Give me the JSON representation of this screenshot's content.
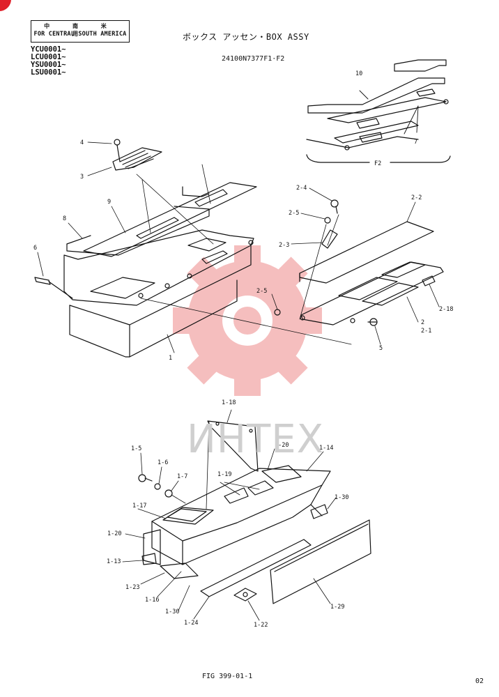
{
  "header": {
    "region_cn": "中 南 米 用",
    "region_en": "FOR CENTRAL SOUTH AMERICA",
    "serials": [
      "YCU0001~",
      "LCU0001~",
      "YSU0001~",
      "LSU0001~"
    ],
    "title": "ボックス アッセン・BOX ASSY",
    "part_number": "24100N7377F1·F2"
  },
  "footer": {
    "figure": "FIG 399-01-1",
    "page": "02"
  },
  "watermark": {
    "text": "ИНТЕХ",
    "color": "#f4b3b3"
  },
  "colors": {
    "line": "#111111",
    "badge": "#e0202a"
  },
  "callouts": {
    "c10": "10",
    "c7": "7",
    "cF2": "F2",
    "c4": "4",
    "c3": "3",
    "c9": "9",
    "c8": "8",
    "c6": "6",
    "c1": "1",
    "c2_4": "2-4",
    "c2_5a": "2-5",
    "c2_3": "2-3",
    "c2_2": "2-2",
    "c2_5b": "2-5",
    "c2_18": "2-18",
    "c2": "2",
    "c2_1": "2-1",
    "c5": "5",
    "c1_18": "1-18",
    "c1_20a": "1-20",
    "c1_14": "1-14",
    "c1_5": "1-5",
    "c1_6": "1-6",
    "c1_7": "1-7",
    "c1_19": "1-19",
    "c1_30a": "1-30",
    "c1_17": "1-17",
    "c1_20b": "1-20",
    "c1_13": "1-13",
    "c1_23": "1-23",
    "c1_16": "1-16",
    "c1_30b": "1-30",
    "c1_24": "1-24",
    "c1_22": "1-22",
    "c1_29": "1-29"
  }
}
